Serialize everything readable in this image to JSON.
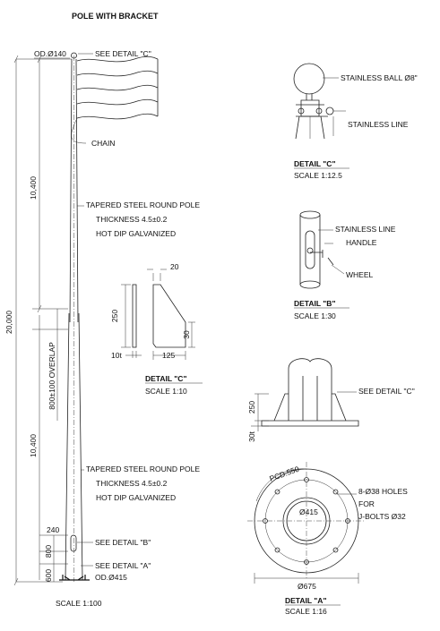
{
  "title": "POLE WITH BRACKET",
  "main": {
    "od_top": "OD.Ø140",
    "see_c": "SEE DETAIL \"C\"",
    "chain": "CHAIN",
    "upper_spec": [
      "TAPERED STEEL ROUND POLE",
      "THICKNESS 4.5±0.2",
      "HOT DIP GALVANIZED"
    ],
    "lower_spec": [
      "TAPERED STEEL ROUND POLE",
      "THICKNESS 4.5±0.2",
      "HOT DIP GALVANIZED"
    ],
    "dim_total": "20,000",
    "dim_upper": "10,400",
    "dim_lower": "10,400",
    "dim_overlap": "800±100 OVERLAP",
    "dim_240": "240",
    "dim_800": "800",
    "dim_600": "600",
    "see_b": "SEE DETAIL \"B\"",
    "see_a": "SEE DETAIL \"A\"",
    "od_base": "OD.Ø415",
    "scale": "SCALE   1:100"
  },
  "bracket": {
    "d20": "20",
    "d250": "250",
    "d30": "30",
    "d10t": "10t",
    "d125": "125",
    "title": "DETAIL   \"C\"",
    "scale": "SCALE   1:10"
  },
  "detail_c": {
    "ball": "STAINLESS BALL Ø8\"",
    "line": "STAINLESS LINE",
    "title": "DETAIL   \"C\"",
    "scale": "SCALE   1:12.5"
  },
  "detail_b": {
    "line": "STAINLESS LINE",
    "handle": "HANDLE",
    "wheel": "WHEEL",
    "title": "DETAIL   \"B\"",
    "scale": "SCALE   1:30"
  },
  "base": {
    "see_c": "SEE DETAIL \"C\"",
    "d250": "250",
    "d30t": "30t"
  },
  "detail_a": {
    "pcd": "PCD.550",
    "d415": "Ø415",
    "holes": [
      "8-Ø38 HOLES",
      "FOR",
      "J-BOLTS Ø32"
    ],
    "d675": "Ø675",
    "title": "DETAIL   \"A\"",
    "scale": "SCALE   1:16"
  }
}
